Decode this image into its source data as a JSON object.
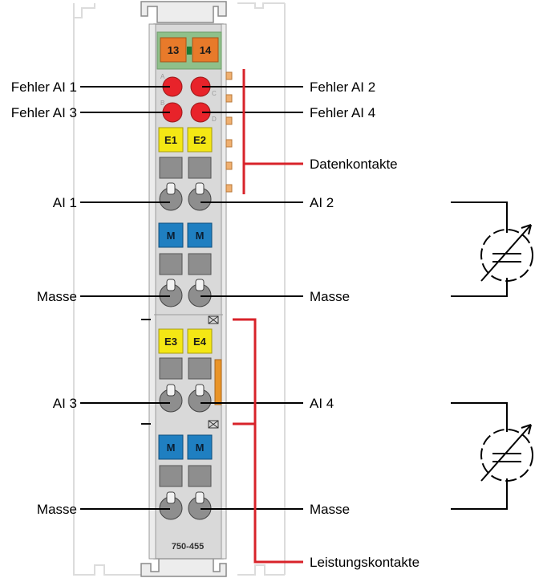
{
  "module": {
    "model": "750-455",
    "top_terminals": [
      "13",
      "14"
    ],
    "led_letters": [
      "A",
      "C",
      "B",
      "D"
    ],
    "input_tags_1": [
      "E1",
      "E2"
    ],
    "input_tags_2": [
      "E3",
      "E4"
    ],
    "ground_tag": "M"
  },
  "labels": {
    "fehler_ai1": "Fehler AI 1",
    "fehler_ai2": "Fehler AI 2",
    "fehler_ai3": "Fehler AI 3",
    "fehler_ai4": "Fehler AI 4",
    "datenkontakte": "Datenkontakte",
    "ai1": "AI 1",
    "ai2": "AI 2",
    "masse_left_1": "Masse",
    "masse_right_1": "Masse",
    "ai3": "AI 3",
    "ai4": "AI 4",
    "masse_left_2": "Masse",
    "masse_right_2": "Masse",
    "leistungskontakte": "Leistungskontakte"
  },
  "colors": {
    "led_red": "#e8232a",
    "tag_yellow": "#f4e714",
    "tag_blue": "#1f7fc1",
    "terminal_orange": "#e87a2a",
    "contact_line_red": "#d8232a",
    "housing_gray": "#d9d9d9"
  }
}
